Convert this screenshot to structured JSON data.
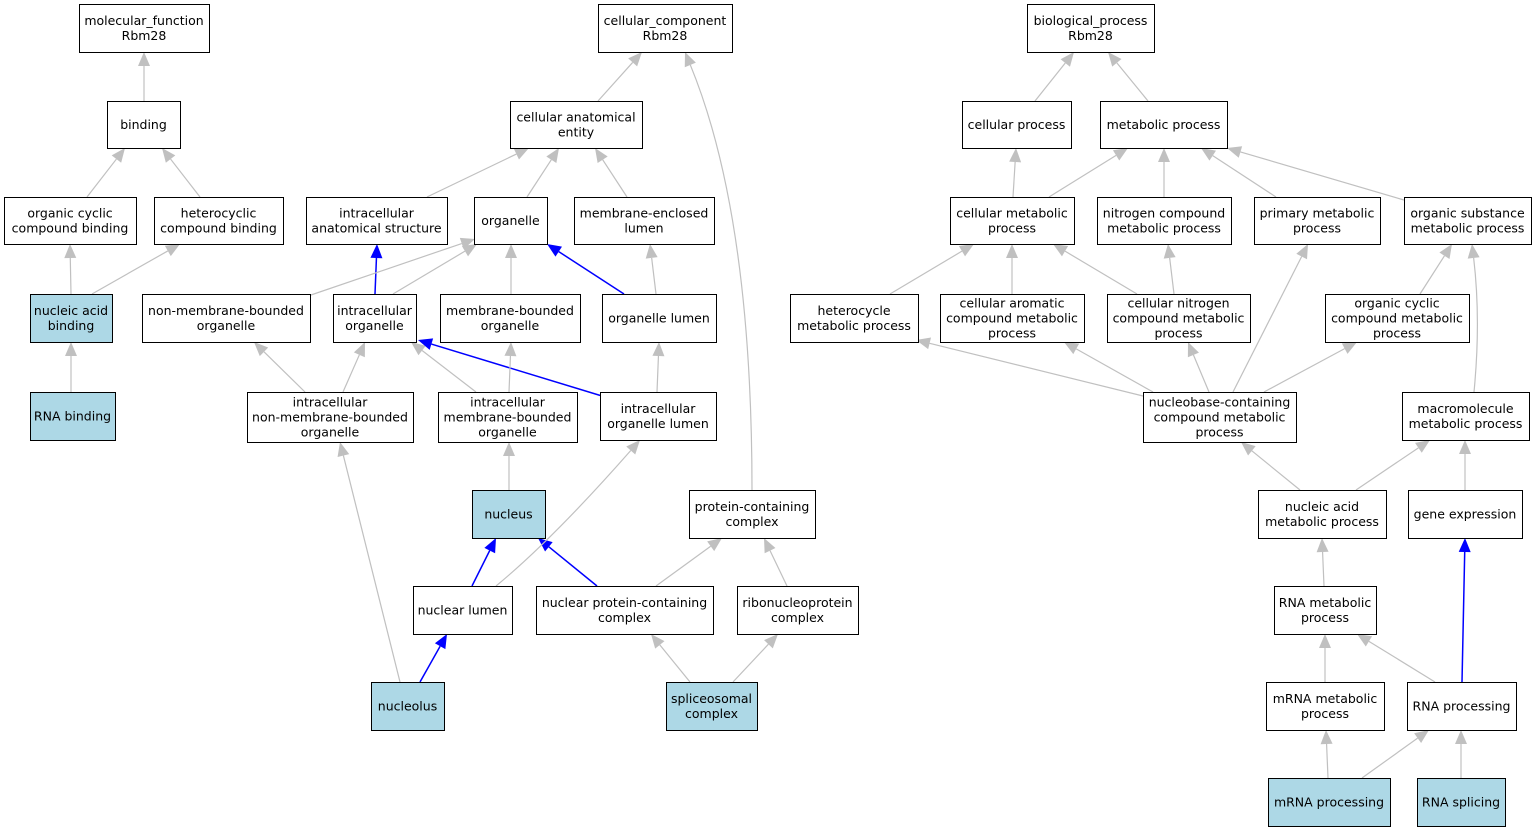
{
  "colors": {
    "node_fill": "#ffffff",
    "highlight_fill": "#add8e6",
    "node_border": "#000000",
    "edge_default": "#c0c0c0",
    "edge_highlight": "#0000ff"
  },
  "nodes": [
    {
      "id": "mf_root",
      "lines": [
        "molecular_function",
        "Rbm28"
      ],
      "highlight": false
    },
    {
      "id": "cc_root",
      "lines": [
        "cellular_component",
        "Rbm28"
      ],
      "highlight": false
    },
    {
      "id": "bp_root",
      "lines": [
        "biological_process",
        "Rbm28"
      ],
      "highlight": false
    },
    {
      "id": "binding",
      "lines": [
        "binding"
      ],
      "highlight": false
    },
    {
      "id": "cae",
      "lines": [
        "cellular anatomical",
        "entity"
      ],
      "highlight": false
    },
    {
      "id": "cell_proc",
      "lines": [
        "cellular process"
      ],
      "highlight": false
    },
    {
      "id": "met_proc",
      "lines": [
        "metabolic process"
      ],
      "highlight": false
    },
    {
      "id": "ocb",
      "lines": [
        "organic cyclic",
        "compound binding"
      ],
      "highlight": false
    },
    {
      "id": "hcb",
      "lines": [
        "heterocyclic",
        "compound binding"
      ],
      "highlight": false
    },
    {
      "id": "ias",
      "lines": [
        "intracellular",
        "anatomical structure"
      ],
      "highlight": false
    },
    {
      "id": "organelle",
      "lines": [
        "organelle"
      ],
      "highlight": false
    },
    {
      "id": "mel",
      "lines": [
        "membrane-enclosed",
        "lumen"
      ],
      "highlight": false
    },
    {
      "id": "cmp",
      "lines": [
        "cellular metabolic",
        "process"
      ],
      "highlight": false
    },
    {
      "id": "ncmp",
      "lines": [
        "nitrogen compound",
        "metabolic process"
      ],
      "highlight": false
    },
    {
      "id": "pmp",
      "lines": [
        "primary metabolic",
        "process"
      ],
      "highlight": false
    },
    {
      "id": "osmp",
      "lines": [
        "organic substance",
        "metabolic process"
      ],
      "highlight": false
    },
    {
      "id": "nab",
      "lines": [
        "nucleic acid",
        "binding"
      ],
      "highlight": true
    },
    {
      "id": "nmbo",
      "lines": [
        "non-membrane-bounded",
        "organelle"
      ],
      "highlight": false
    },
    {
      "id": "io",
      "lines": [
        "intracellular",
        "organelle"
      ],
      "highlight": false
    },
    {
      "id": "mbo",
      "lines": [
        "membrane-bounded",
        "organelle"
      ],
      "highlight": false
    },
    {
      "id": "ol",
      "lines": [
        "organelle lumen"
      ],
      "highlight": false
    },
    {
      "id": "hmp",
      "lines": [
        "heterocycle",
        "metabolic process"
      ],
      "highlight": false
    },
    {
      "id": "cacmp",
      "lines": [
        "cellular aromatic",
        "compound metabolic",
        "process"
      ],
      "highlight": false
    },
    {
      "id": "cncmp",
      "lines": [
        "cellular nitrogen",
        "compound metabolic",
        "process"
      ],
      "highlight": false
    },
    {
      "id": "occmp",
      "lines": [
        "organic cyclic",
        "compound metabolic",
        "process"
      ],
      "highlight": false
    },
    {
      "id": "rnab",
      "lines": [
        "RNA binding"
      ],
      "highlight": true
    },
    {
      "id": "inmbo",
      "lines": [
        "intracellular",
        "non-membrane-bounded",
        "organelle"
      ],
      "highlight": false
    },
    {
      "id": "imbo",
      "lines": [
        "intracellular",
        "membrane-bounded",
        "organelle"
      ],
      "highlight": false
    },
    {
      "id": "iol",
      "lines": [
        "intracellular",
        "organelle lumen"
      ],
      "highlight": false
    },
    {
      "id": "nbccmp",
      "lines": [
        "nucleobase-containing",
        "compound metabolic",
        "process"
      ],
      "highlight": false
    },
    {
      "id": "mmp",
      "lines": [
        "macromolecule",
        "metabolic process"
      ],
      "highlight": false
    },
    {
      "id": "nucleus",
      "lines": [
        "nucleus"
      ],
      "highlight": true
    },
    {
      "id": "pcc",
      "lines": [
        "protein-containing",
        "complex"
      ],
      "highlight": false
    },
    {
      "id": "namp",
      "lines": [
        "nucleic acid",
        "metabolic process"
      ],
      "highlight": false
    },
    {
      "id": "ge",
      "lines": [
        "gene expression"
      ],
      "highlight": false
    },
    {
      "id": "nl",
      "lines": [
        "nuclear lumen"
      ],
      "highlight": false
    },
    {
      "id": "npcc",
      "lines": [
        "nuclear protein-containing",
        "complex"
      ],
      "highlight": false
    },
    {
      "id": "rnpc",
      "lines": [
        "ribonucleoprotein",
        "complex"
      ],
      "highlight": false
    },
    {
      "id": "rnamp",
      "lines": [
        "RNA metabolic",
        "process"
      ],
      "highlight": false
    },
    {
      "id": "nucleolus",
      "lines": [
        "nucleolus"
      ],
      "highlight": true
    },
    {
      "id": "spc",
      "lines": [
        "spliceosomal",
        "complex"
      ],
      "highlight": true
    },
    {
      "id": "mrnamp",
      "lines": [
        "mRNA metabolic",
        "process"
      ],
      "highlight": false
    },
    {
      "id": "rnaproc",
      "lines": [
        "RNA processing"
      ],
      "highlight": false
    },
    {
      "id": "mrnaproc",
      "lines": [
        "mRNA processing"
      ],
      "highlight": true
    },
    {
      "id": "rnasplice",
      "lines": [
        "RNA splicing"
      ],
      "highlight": true
    }
  ],
  "edges": [
    {
      "from": "binding",
      "to": "mf_root",
      "highlight": false
    },
    {
      "from": "ocb",
      "to": "binding",
      "highlight": false
    },
    {
      "from": "hcb",
      "to": "binding",
      "highlight": false
    },
    {
      "from": "nab",
      "to": "ocb",
      "highlight": false
    },
    {
      "from": "nab",
      "to": "hcb",
      "highlight": false
    },
    {
      "from": "rnab",
      "to": "nab",
      "highlight": false
    },
    {
      "from": "cae",
      "to": "cc_root",
      "highlight": false
    },
    {
      "from": "pcc",
      "to": "cc_root",
      "highlight": false
    },
    {
      "from": "ias",
      "to": "cae",
      "highlight": false
    },
    {
      "from": "organelle",
      "to": "cae",
      "highlight": false
    },
    {
      "from": "mel",
      "to": "cae",
      "highlight": false
    },
    {
      "from": "io",
      "to": "ias",
      "highlight": true
    },
    {
      "from": "nmbo",
      "to": "organelle",
      "highlight": false
    },
    {
      "from": "io",
      "to": "organelle",
      "highlight": false
    },
    {
      "from": "mbo",
      "to": "organelle",
      "highlight": false
    },
    {
      "from": "ol",
      "to": "organelle",
      "highlight": true
    },
    {
      "from": "ol",
      "to": "mel",
      "highlight": false
    },
    {
      "from": "inmbo",
      "to": "nmbo",
      "highlight": false
    },
    {
      "from": "inmbo",
      "to": "io",
      "highlight": false
    },
    {
      "from": "imbo",
      "to": "io",
      "highlight": false
    },
    {
      "from": "iol",
      "to": "io",
      "highlight": true
    },
    {
      "from": "imbo",
      "to": "mbo",
      "highlight": false
    },
    {
      "from": "iol",
      "to": "ol",
      "highlight": false
    },
    {
      "from": "nucleus",
      "to": "imbo",
      "highlight": false
    },
    {
      "from": "nl",
      "to": "nucleus",
      "highlight": true
    },
    {
      "from": "npcc",
      "to": "nucleus",
      "highlight": true
    },
    {
      "from": "nl",
      "to": "iol",
      "highlight": false
    },
    {
      "from": "nucleolus",
      "to": "nl",
      "highlight": true
    },
    {
      "from": "nucleolus",
      "to": "inmbo",
      "highlight": false
    },
    {
      "from": "npcc",
      "to": "pcc",
      "highlight": false
    },
    {
      "from": "rnpc",
      "to": "pcc",
      "highlight": false
    },
    {
      "from": "spc",
      "to": "npcc",
      "highlight": false
    },
    {
      "from": "spc",
      "to": "rnpc",
      "highlight": false
    },
    {
      "from": "cell_proc",
      "to": "bp_root",
      "highlight": false
    },
    {
      "from": "met_proc",
      "to": "bp_root",
      "highlight": false
    },
    {
      "from": "cmp",
      "to": "cell_proc",
      "highlight": false
    },
    {
      "from": "cmp",
      "to": "met_proc",
      "highlight": false
    },
    {
      "from": "ncmp",
      "to": "met_proc",
      "highlight": false
    },
    {
      "from": "pmp",
      "to": "met_proc",
      "highlight": false
    },
    {
      "from": "osmp",
      "to": "met_proc",
      "highlight": false
    },
    {
      "from": "hmp",
      "to": "cmp",
      "highlight": false
    },
    {
      "from": "cacmp",
      "to": "cmp",
      "highlight": false
    },
    {
      "from": "cncmp",
      "to": "cmp",
      "highlight": false
    },
    {
      "from": "cncmp",
      "to": "ncmp",
      "highlight": false
    },
    {
      "from": "occmp",
      "to": "osmp",
      "highlight": false
    },
    {
      "from": "mmp",
      "to": "osmp",
      "highlight": false
    },
    {
      "from": "nbccmp",
      "to": "hmp",
      "highlight": false
    },
    {
      "from": "nbccmp",
      "to": "cacmp",
      "highlight": false
    },
    {
      "from": "nbccmp",
      "to": "cncmp",
      "highlight": false
    },
    {
      "from": "nbccmp",
      "to": "occmp",
      "highlight": false
    },
    {
      "from": "nbccmp",
      "to": "pmp",
      "highlight": false
    },
    {
      "from": "namp",
      "to": "nbccmp",
      "highlight": false
    },
    {
      "from": "namp",
      "to": "mmp",
      "highlight": false
    },
    {
      "from": "ge",
      "to": "mmp",
      "highlight": false
    },
    {
      "from": "rnamp",
      "to": "namp",
      "highlight": false
    },
    {
      "from": "mrnamp",
      "to": "rnamp",
      "highlight": false
    },
    {
      "from": "rnaproc",
      "to": "rnamp",
      "highlight": false
    },
    {
      "from": "rnaproc",
      "to": "ge",
      "highlight": true
    },
    {
      "from": "mrnaproc",
      "to": "mrnamp",
      "highlight": false
    },
    {
      "from": "mrnaproc",
      "to": "rnaproc",
      "highlight": false
    },
    {
      "from": "rnasplice",
      "to": "rnaproc",
      "highlight": false
    }
  ]
}
